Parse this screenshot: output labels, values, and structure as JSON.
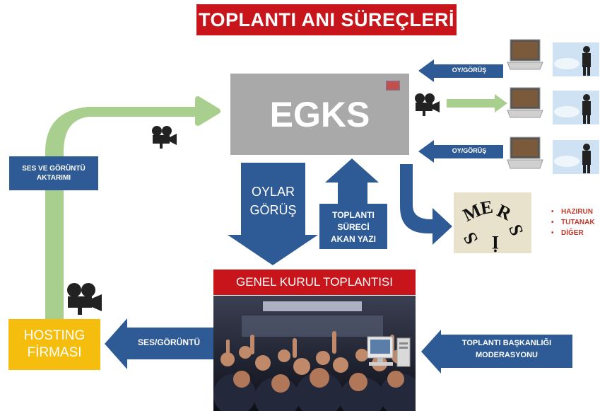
{
  "title": "TOPLANTI ANI SÜREÇLERİ",
  "egks": {
    "label": "EGKS"
  },
  "labels": {
    "ses_goruntu_aktarimi": "SES VE GÖRÜNTÜ AKTARIMI",
    "oylar_gorus_line1": "OYLAR",
    "oylar_gorus_line2": "GÖRÜŞ",
    "toplanti_sureci_line1": "TOPLANTI",
    "toplanti_sureci_line2": "SÜRECİ",
    "toplanti_sureci_line3": "AKAN YAZI",
    "oy_gorus_1": "OY/GÖRÜŞ",
    "oy_gorus_2": "OY/GÖRÜŞ",
    "ses_goruntu": "SES/GÖRÜNTÜ",
    "hosting_line1": "HOSTING",
    "hosting_line2": "FİRMASI",
    "genel_kurul": "GENEL KURUL TOPLANTISI",
    "baskanlik_line1": "TOPLANTI BAŞKANLIĞI",
    "baskanlik_line2": "MODERASYONU"
  },
  "mersis": {
    "letters": [
      "M",
      "E",
      "R",
      "S",
      "İ",
      "S"
    ]
  },
  "outputs": [
    "HAZIRUN",
    "TUTANAK",
    "DİĞER"
  ],
  "icons": [
    "video-camera-icon",
    "laptop-icon",
    "businessman-icon",
    "desktop-computer-icon"
  ],
  "colors": {
    "red": "#c8151b",
    "blue": "#2e5b95",
    "gray": "#a9a9a9",
    "green": "#a8cf8e",
    "yellow": "#f5bd0e"
  }
}
